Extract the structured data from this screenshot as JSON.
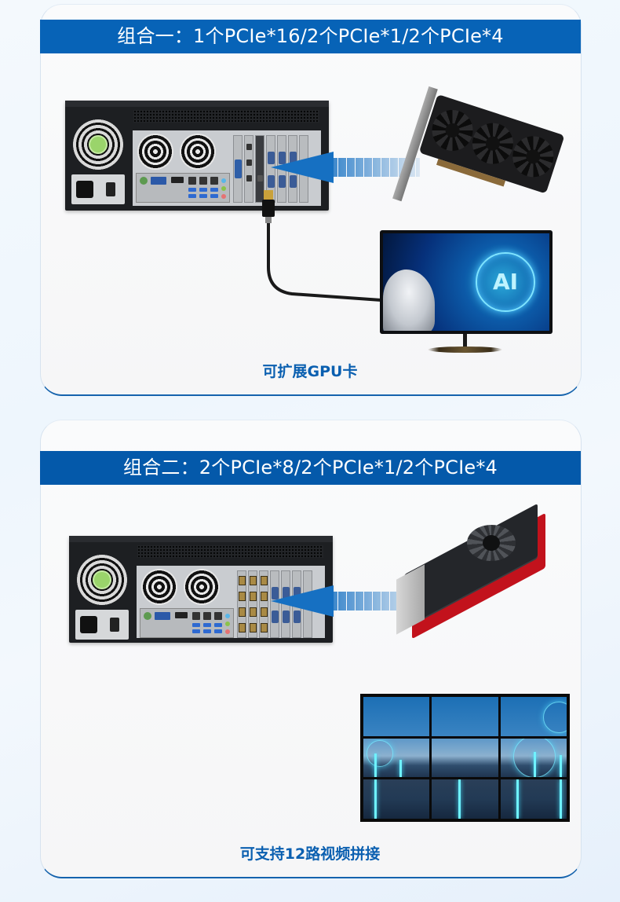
{
  "section1": {
    "banner": "组合一：1个PCIe*16/2个PCIe*1/2个PCIe*4",
    "caption": "可扩展GPU卡",
    "illustration": {
      "chassis": "industrial-pc-rear-panel",
      "expansion_card": "gaming-gpu-triple-fan",
      "display": "curved-monitor",
      "monitor_screen_text": "AI",
      "cable": "hdmi-cable"
    }
  },
  "section2": {
    "banner": "组合二：2个PCIe*8/2个PCIe*1/2个PCIe*4",
    "caption": "可支持12路视频拼接",
    "illustration": {
      "chassis": "industrial-pc-rear-panel",
      "expansion_card": "multi-output-display-card",
      "display": "video-wall-3x3",
      "cable": "dvi-cable"
    }
  },
  "colors": {
    "banner_blue": "#0763b7",
    "caption_blue": "#0a5fb0",
    "card_border_blue": "#1563ad",
    "arrow_blue": "#1670c2"
  }
}
